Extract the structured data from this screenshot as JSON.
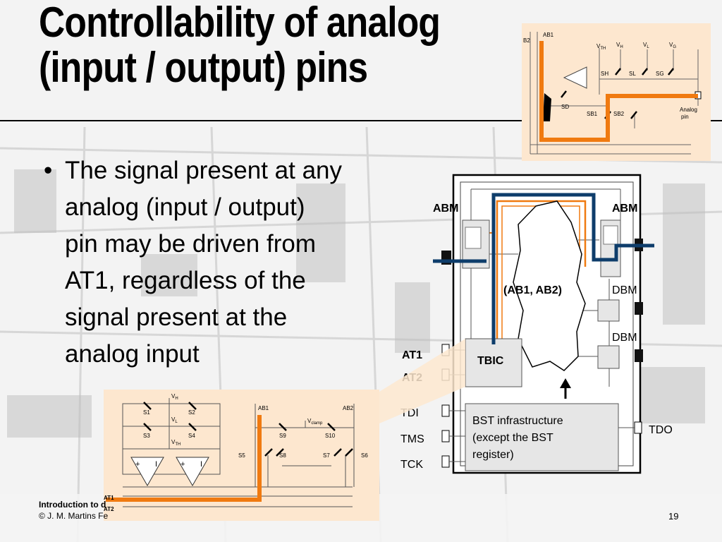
{
  "slide": {
    "title_line1": "Controllability of analog",
    "title_line2": "(input / output) pins",
    "bullet": "The signal present at any\nanalog (input / output)\npin may be driven from\nAT1, regardless of the\nsignal present at the\nanalog input",
    "footer_line1": "Introduction to d",
    "footer_line2": "© J. M. Martins Fe",
    "page_number": "19"
  },
  "chip": {
    "abm_left": "ABM",
    "abm_right": "ABM",
    "core_label": "(AB1, AB2)",
    "dbm1": "DBM",
    "dbm2": "DBM",
    "tbic": "TBIC",
    "at1": "AT1",
    "at2": "AT2",
    "tdi": "TDI",
    "tms": "TMS",
    "tck": "TCK",
    "tdo": "TDO",
    "bst_line1": "BST infrastructure",
    "bst_line2": "(except the BST",
    "bst_line3": "register)"
  },
  "abm_detail": {
    "b2": "B2",
    "ab1": "AB1",
    "vth": "V",
    "vth_sub": "TH",
    "vh": "V",
    "vh_sub": "H",
    "vl": "V",
    "vl_sub": "L",
    "vg": "V",
    "vg_sub": "G",
    "sh": "SH",
    "sl": "SL",
    "sg": "SG",
    "sd": "SD",
    "sb1": "SB1",
    "sb2": "SB2",
    "analog_pin_1": "Analog",
    "analog_pin_2": "pin"
  },
  "tbic_detail": {
    "vh": "V",
    "vh_sub": "H",
    "vl": "V",
    "vl_sub": "L",
    "vth": "V",
    "vth_sub": "TH",
    "s1": "S1",
    "s2": "S2",
    "s3": "S3",
    "s4": "S4",
    "ab1": "AB1",
    "ab2": "AB2",
    "vclamp": "V",
    "vclamp_sub": "clamp",
    "s9": "S9",
    "s10": "S10",
    "s5": "S5",
    "s8": "S8",
    "s7": "S7",
    "s6": "S6",
    "at1": "AT1",
    "at2": "AT2"
  },
  "colors": {
    "orange": "#f07a10",
    "blue": "#0e3d6b",
    "panel": "#fde7cf"
  }
}
